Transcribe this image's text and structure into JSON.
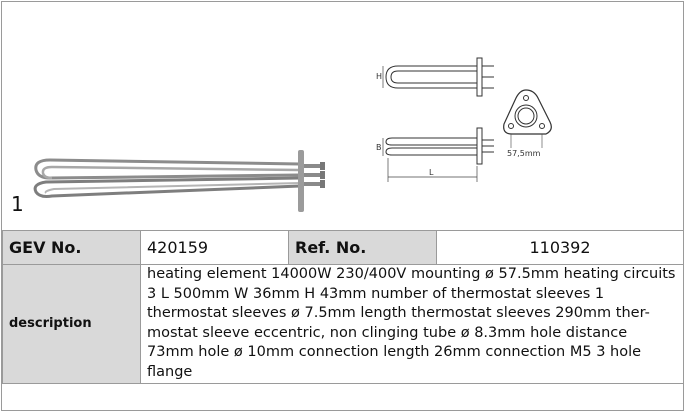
{
  "product": {
    "item_number": "1",
    "flange_dimension_label": "57,5mm",
    "height_label": "H",
    "width_label": "B",
    "length_label": "L"
  },
  "table": {
    "gev_label": "GEV No.",
    "gev_value": "420159",
    "ref_label": "Ref. No.",
    "ref_value": "110392",
    "description_label": "description",
    "description_text": "heating element  14000W 230/400V mounting ø 57.5mm heating circuits 3 L 500mm W 36mm H 43mm number of thermostat sleeves 1 thermostat sleeves ø 7.5mm length thermostat sleeves 290mm ther-mostat sleeve eccentric, non clinging tube ø 8.3mm hole distance 73mm hole ø 10mm connection length 26mm connection M5 3 hole flange"
  }
}
